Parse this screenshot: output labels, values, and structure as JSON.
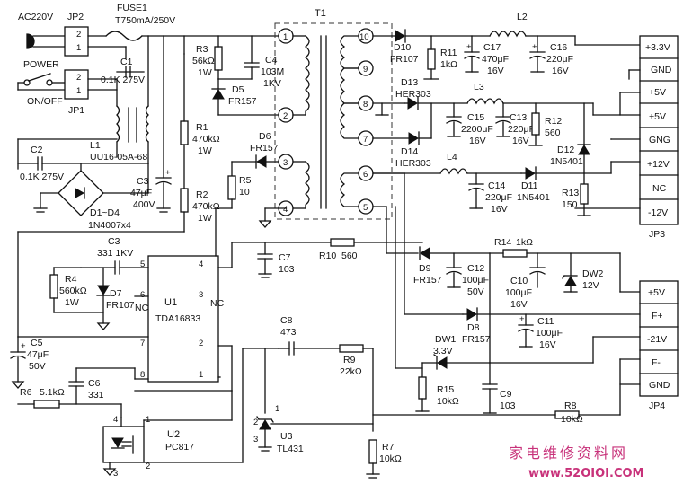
{
  "power_in": {
    "ac": "AC220V",
    "power": "POWER",
    "onoff": "ON/OFF"
  },
  "connectors": {
    "jp2": {
      "name": "JP2",
      "p2": "2",
      "p1": "1"
    },
    "jp1": {
      "name": "JP1",
      "p2": "2",
      "p1": "1"
    },
    "jp3": {
      "name": "JP3",
      "pins": [
        "+3.3V",
        "GND",
        "+5V",
        "+5V",
        "GNG",
        "+12V",
        "NC",
        "-12V"
      ]
    },
    "jp4": {
      "name": "JP4",
      "pins": [
        "+5V",
        "F+",
        "-21V",
        "F-",
        "GND"
      ]
    }
  },
  "components": {
    "fuse1": {
      "ref": "FUSE1",
      "val": "T750mA/250V"
    },
    "c1": {
      "ref": "C1",
      "val": "0.1K  275V"
    },
    "l1": {
      "ref": "L1",
      "val": "UU16-05A-68"
    },
    "c2": {
      "ref": "C2",
      "val": "0.1K  275V"
    },
    "d1d4": {
      "ref": "D1~D4",
      "val": "1N4007x4"
    },
    "c3a": {
      "ref": "C3",
      "v1": "47μF",
      "v2": "400V"
    },
    "r3": {
      "ref": "R3",
      "v1": "56kΩ",
      "v2": "1W"
    },
    "c4": {
      "ref": "C4",
      "v1": "103M",
      "v2": "1KV"
    },
    "d5": {
      "ref": "D5",
      "val": "FR157"
    },
    "r1": {
      "ref": "R1",
      "v1": "470kΩ",
      "v2": "1W"
    },
    "r2": {
      "ref": "R2",
      "v1": "470kΩ",
      "v2": "1W"
    },
    "d6": {
      "ref": "D6",
      "val": "FR157"
    },
    "r5": {
      "ref": "R5",
      "val": "10"
    },
    "t1": {
      "ref": "T1"
    },
    "c3b": {
      "ref": "C3",
      "val": "331  1KV"
    },
    "r4": {
      "ref": "R4",
      "v1": "560kΩ",
      "v2": "1W"
    },
    "d7": {
      "ref": "D7",
      "val": "FR107"
    },
    "u1": {
      "ref": "U1",
      "val": "TDA16833",
      "nc1": "NC",
      "nc2": "NC"
    },
    "c5": {
      "ref": "C5",
      "v1": "47μF",
      "v2": "50V"
    },
    "c6": {
      "ref": "C6",
      "val": "331"
    },
    "r6": {
      "ref": "R6",
      "val": "5.1kΩ"
    },
    "u2": {
      "ref": "U2",
      "val": "PC817"
    },
    "c7": {
      "ref": "C7",
      "val": "103"
    },
    "r10": {
      "ref": "R10",
      "val": "560"
    },
    "c8": {
      "ref": "C8",
      "val": "473"
    },
    "r9": {
      "ref": "R9",
      "val": "22kΩ"
    },
    "u3": {
      "ref": "U3",
      "val": "TL431"
    },
    "r7": {
      "ref": "R7",
      "val": "10kΩ"
    },
    "d10": {
      "ref": "D10",
      "val": "FR107"
    },
    "r11": {
      "ref": "R11",
      "val": "1kΩ"
    },
    "l2": {
      "ref": "L2"
    },
    "c17": {
      "ref": "C17",
      "v1": "470μF",
      "v2": "16V"
    },
    "c16": {
      "ref": "C16",
      "v1": "220μF",
      "v2": "16V"
    },
    "d13": {
      "ref": "D13",
      "val": "HER303"
    },
    "l3": {
      "ref": "L3"
    },
    "c15": {
      "ref": "C15",
      "v1": "2200μF",
      "v2": "16V"
    },
    "c13": {
      "ref": "C13",
      "v1": "220μF",
      "v2": "16V"
    },
    "r12": {
      "ref": "R12",
      "val": "560"
    },
    "d14": {
      "ref": "D14",
      "val": "HER303"
    },
    "d12": {
      "ref": "D12",
      "val": "1N5401"
    },
    "l4": {
      "ref": "L4"
    },
    "c14": {
      "ref": "C14",
      "v1": "220μF",
      "v2": "16V"
    },
    "d11": {
      "ref": "D11",
      "val": "1N5401"
    },
    "r13": {
      "ref": "R13",
      "val": "150"
    },
    "d9": {
      "ref": "D9",
      "val": "FR157"
    },
    "c12": {
      "ref": "C12",
      "v1": "100μF",
      "v2": "50V"
    },
    "r14": {
      "ref": "R14",
      "val": "1kΩ"
    },
    "c10": {
      "ref": "C10",
      "v1": "100μF",
      "v2": "16V"
    },
    "dw2": {
      "ref": "DW2",
      "val": "12V"
    },
    "d8": {
      "ref": "D8",
      "val": "FR157"
    },
    "c11": {
      "ref": "C11",
      "v1": "100μF",
      "v2": "16V"
    },
    "dw1": {
      "ref": "DW1",
      "val": "3.3V"
    },
    "r15": {
      "ref": "R15",
      "val": "10kΩ"
    },
    "c9": {
      "ref": "C9",
      "val": "103"
    },
    "r8": {
      "ref": "R8",
      "val": "10kΩ"
    }
  },
  "pins": {
    "t1": [
      "1",
      "2",
      "3",
      "4",
      "10",
      "9",
      "8",
      "7",
      "6",
      "5"
    ],
    "u1": [
      "4",
      "5",
      "6",
      "3",
      "7",
      "2",
      "8",
      "1"
    ],
    "u2": [
      "4",
      "3",
      "1",
      "2"
    ],
    "u3": [
      "2",
      "3",
      "1"
    ]
  },
  "watermark": {
    "cn": "家电维修资料网",
    "url": "www.52OIOI.COM"
  }
}
